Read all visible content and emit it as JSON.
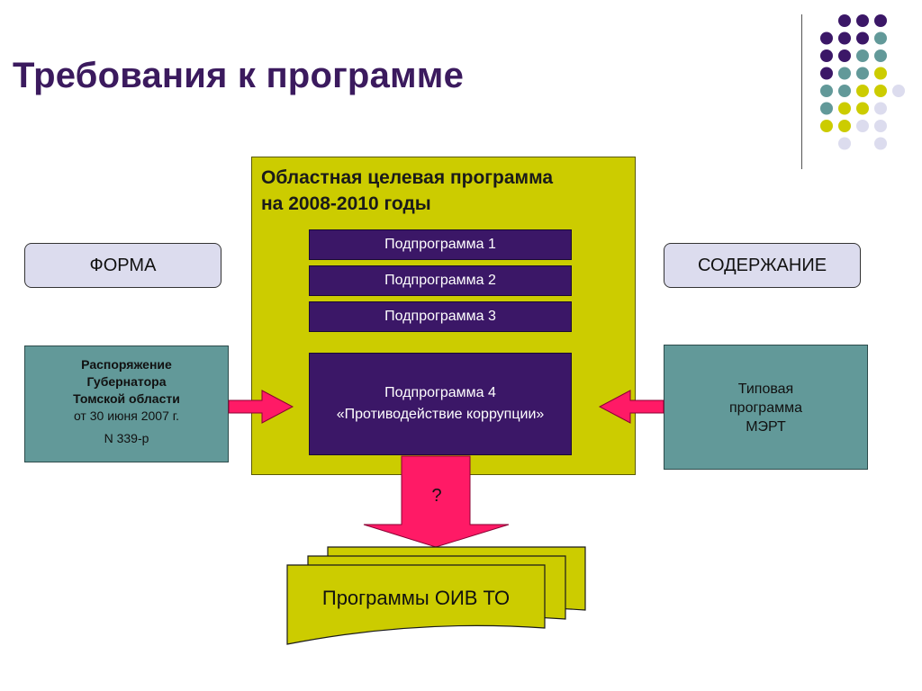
{
  "title": "Требования к программе",
  "program": {
    "title_line1": "Областная целевая программа",
    "title_line2": "на 2008-2010 годы",
    "subprograms": [
      {
        "label": "Подпрограмма 1"
      },
      {
        "label": "Подпрограмма 2"
      },
      {
        "label": "Подпрограмма 3"
      },
      {
        "label_line1": "Подпрограмма 4",
        "label_line2": "«Противодействие коррупции»"
      }
    ]
  },
  "form": {
    "label": "ФОРМА"
  },
  "content": {
    "label": "СОДЕРЖАНИЕ"
  },
  "order": {
    "line1": "Распоряжение",
    "line2": "Губернатора",
    "line3": "Томской области",
    "line4": "от 30 июня 2007 г.",
    "line5": "N 339-р"
  },
  "template": {
    "line1": "Типовая",
    "line2": "программа",
    "line3": "МЭРТ"
  },
  "question_mark": "?",
  "documents": {
    "label": "Программы ОИВ ТО"
  },
  "colors": {
    "title": "#3b1a5e",
    "program_fill": "#cccc00",
    "subprogram_fill": "#3b1767",
    "teal": "#629999",
    "pill_fill": "#dcdcee",
    "arrow": "#ff1a66"
  }
}
